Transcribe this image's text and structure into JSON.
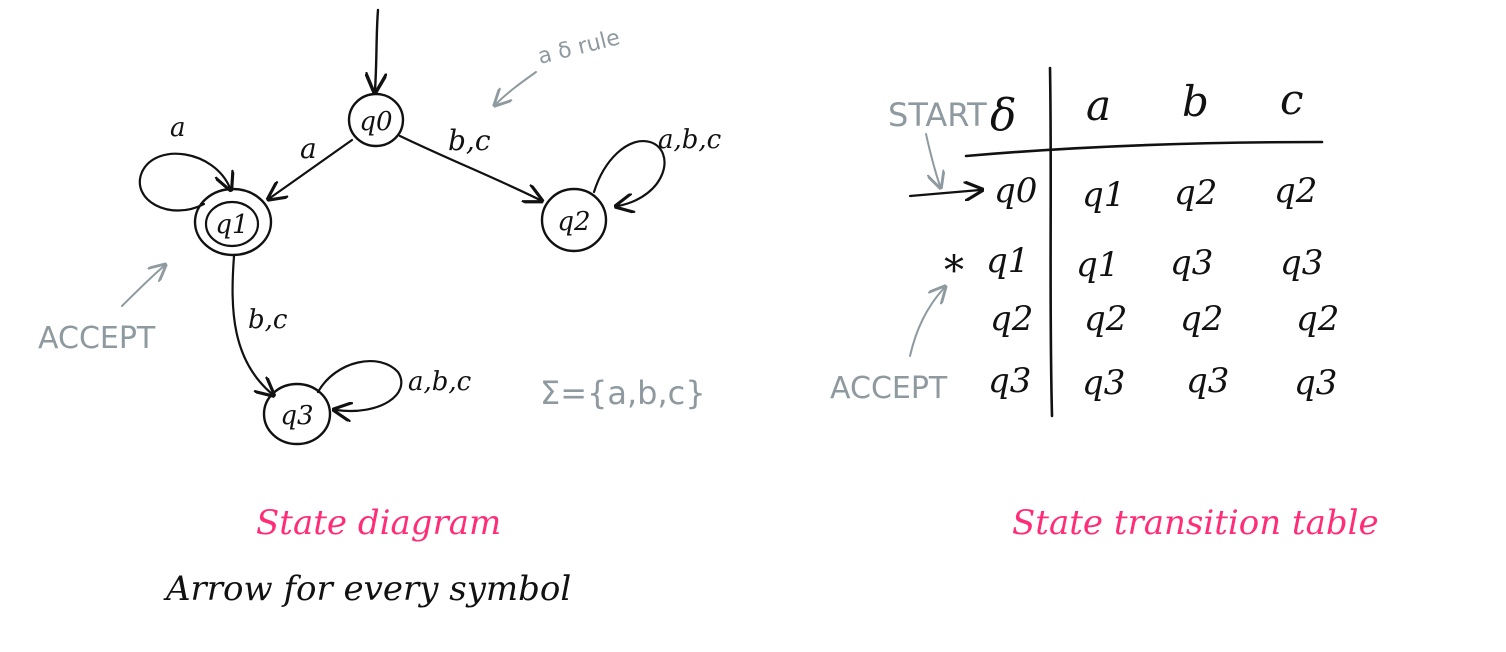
{
  "colors": {
    "ink": "#111111",
    "annotation": "#8e9aa0",
    "highlight": "#ff2d78"
  },
  "diagram": {
    "states": {
      "q0": "q0",
      "q1": "q1",
      "q2": "q2",
      "q3": "q3"
    },
    "edges": {
      "q0_q1": "a",
      "q0_q2": "b,c",
      "q1_loop": "a",
      "q2_loop": "a,b,c",
      "q1_q3": "b,c",
      "q3_loop": "a,b,c"
    },
    "notes": {
      "delta_rule": "a δ rule",
      "accept": "ACCEPT",
      "alphabet": "Σ={a,b,c}"
    },
    "caption": "State diagram",
    "subcaption": "Arrow for every symbol"
  },
  "table": {
    "header": {
      "delta": "δ",
      "cols": [
        "a",
        "b",
        "c"
      ]
    },
    "rows": [
      {
        "state": "q0",
        "cells": [
          "q1",
          "q2",
          "q2"
        ]
      },
      {
        "state": "q1",
        "cells": [
          "q1",
          "q3",
          "q3"
        ]
      },
      {
        "state": "q2",
        "cells": [
          "q2",
          "q2",
          "q2"
        ]
      },
      {
        "state": "q3",
        "cells": [
          "q3",
          "q3",
          "q3"
        ]
      }
    ],
    "markers": {
      "start": "START",
      "accept": "ACCEPT",
      "accept_star": "*"
    },
    "caption": "State transition table"
  }
}
